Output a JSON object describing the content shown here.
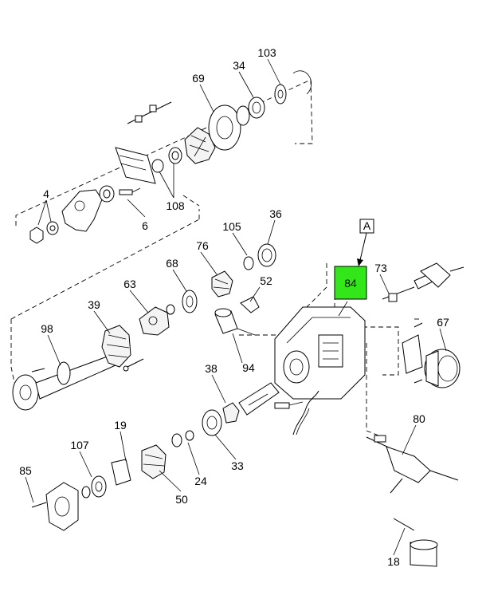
{
  "callouts": {
    "p103": "103",
    "p69": "69",
    "p34": "34",
    "p4": "4",
    "p108": "108",
    "p6": "6",
    "p36": "36",
    "p105": "105",
    "p76": "76",
    "p68": "68",
    "p63": "63",
    "p39": "39",
    "p98": "98",
    "p52": "52",
    "p94": "94",
    "p84": "84",
    "p73": "73",
    "p67": "67",
    "p38": "38",
    "p19": "19",
    "p107": "107",
    "p85": "85",
    "p50": "50",
    "p24": "24",
    "p33": "33",
    "p80": "80",
    "p18": "18"
  },
  "view_ref": "A",
  "highlight_color": "#33e61a"
}
